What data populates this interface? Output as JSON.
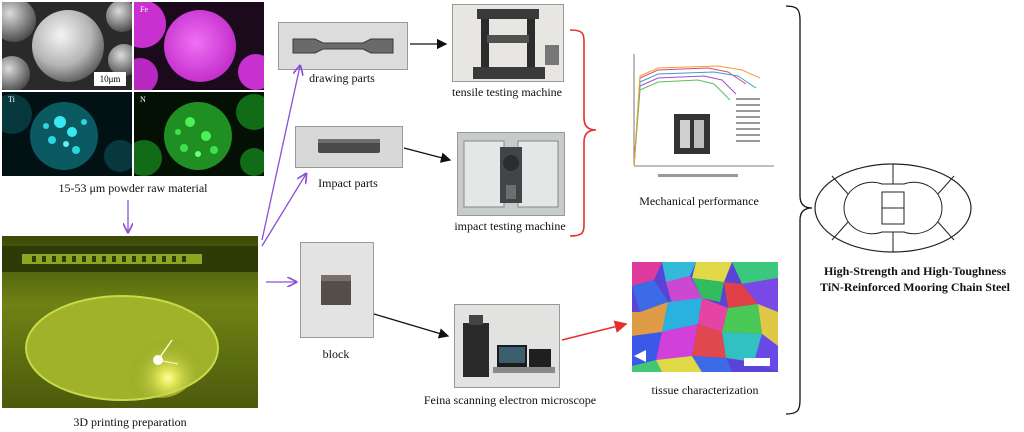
{
  "powder": {
    "caption": "15-53 μm powder raw material",
    "scale_bar": "10μm",
    "maps": [
      {
        "symbol": "Fe",
        "color": "#e040e8"
      },
      {
        "symbol": "Ti",
        "color": "#19c8d8"
      },
      {
        "symbol": "N",
        "color": "#2fd13a"
      }
    ]
  },
  "printing": {
    "caption": "3D printing preparation"
  },
  "samples": {
    "drawing_parts": "drawing parts",
    "impact_parts": "Impact parts",
    "block": "block"
  },
  "machines": {
    "tensile": "tensile testing machine",
    "impact": "impact testing machine",
    "sem": "Feina scanning electron microscope"
  },
  "results": {
    "mechanical": "Mechanical performance",
    "tissue": "tissue characterization"
  },
  "conclusion": {
    "line1": "High-Strength and High-Toughness",
    "line2": "TiN-Reinforced Mooring Chain Steel"
  },
  "colors": {
    "arrow_purple": "#8a4fd6",
    "arrow_black": "#111111",
    "arrow_red": "#e53030",
    "bracket_red": "#e53030"
  }
}
